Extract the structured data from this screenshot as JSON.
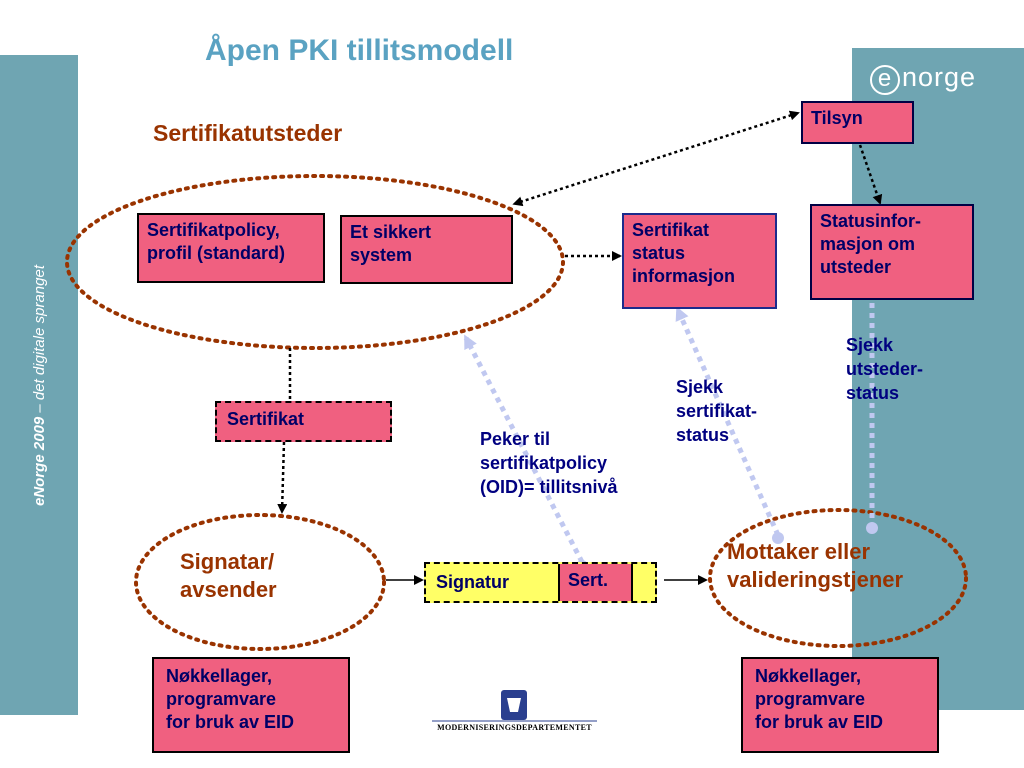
{
  "title": "Åpen PKI tillitsmodell",
  "side_text": {
    "bold": "eNorge 2009",
    "rest": " – det digitale spranget"
  },
  "logo": {
    "e": "e",
    "text": "norge"
  },
  "issuer_heading": "Sertifikatutsteder",
  "boxes": {
    "policy": [
      "Sertifikatpolicy,",
      "profil (standard)"
    ],
    "secure_system": [
      "Et sikkert",
      "system"
    ],
    "cert_status": [
      "Sertifikat",
      "status",
      "informasjon"
    ],
    "tilsyn": "Tilsyn",
    "status_info": [
      "Statusinfor-",
      "masjon om",
      "utsteder"
    ],
    "sertifikat": "Sertifikat",
    "signatur": "Signatur",
    "sert": "Sert.",
    "keystore_left": [
      "Nøkkellager,",
      "programvare",
      "for bruk av EID"
    ],
    "keystore_right": [
      "Nøkkellager,",
      "programvare",
      "for bruk av EID"
    ]
  },
  "labels": {
    "check_issuer": [
      "Sjekk",
      "utsteder-",
      "status"
    ],
    "check_cert": [
      "Sjekk",
      "sertifikat-",
      "status"
    ],
    "points_to": [
      "Peker til",
      "sertifikatpolicy",
      "(OID)= tillitsnivå"
    ]
  },
  "signer": [
    "Signatar/",
    "avsender"
  ],
  "receiver": [
    "Mottaker eller",
    "valideringstjener"
  ],
  "ministry": "MODERNISERINGSDEPARTEMENTET",
  "colors": {
    "band": "#6fa5b2",
    "box_fill": "#f06080",
    "title": "#5aa2c2",
    "heading": "#993300",
    "label": "#000080",
    "signature_fill": "#ffff66",
    "arrow_light": "#c0c8f0"
  }
}
